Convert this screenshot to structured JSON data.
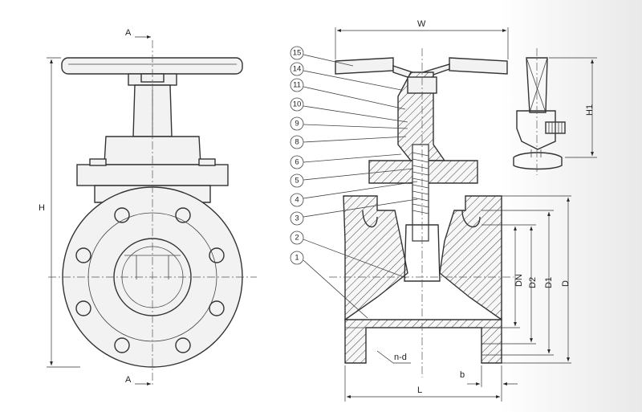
{
  "section_marks": {
    "top": "A",
    "bottom": "A"
  },
  "dimensions": {
    "height": "H",
    "width": "W",
    "handwheel_height": "H1",
    "nominal_diameter": "DN",
    "diameter_2": "D2",
    "diameter_1": "D1",
    "diameter": "D",
    "length": "L",
    "flange_thickness": "b",
    "bolt_holes": "n-d"
  },
  "part_callouts": [
    "15",
    "14",
    "11",
    "10",
    "9",
    "8",
    "6",
    "5",
    "4",
    "3",
    "2",
    "1"
  ]
}
